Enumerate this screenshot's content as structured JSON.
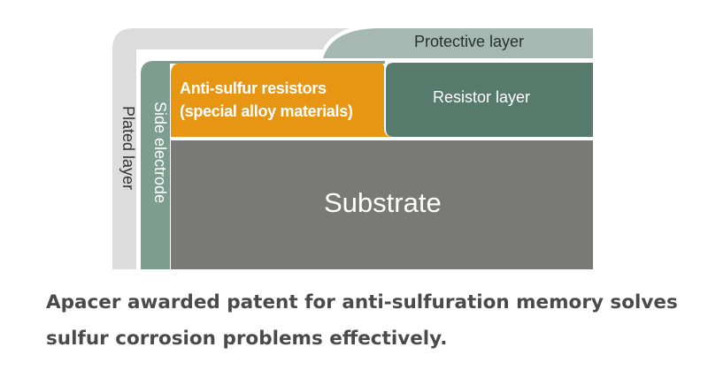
{
  "diagram": {
    "plated_layer": "Plated layer",
    "side_electrode": "Side electrode",
    "protective_layer": "Protective layer",
    "anti_sulfur_line1": "Anti-sulfur resistors",
    "anti_sulfur_line2": "(special alloy materials)",
    "resistor_layer": "Resistor layer",
    "substrate": "Substrate"
  },
  "caption": {
    "line1": "Apacer awarded patent for anti-sulfuration memory solves",
    "line2": "sulfur corrosion problems effectively."
  },
  "colors": {
    "plated_layer": "#dcdcdc",
    "side_electrode": "#7d9d8e",
    "protective_layer": "#a6b8b2",
    "anti_sulfur": "#e79614",
    "resistor_layer": "#567a6c",
    "substrate": "#797a78",
    "caption_text": "#4a4a4a",
    "plated_text": "#333333"
  }
}
